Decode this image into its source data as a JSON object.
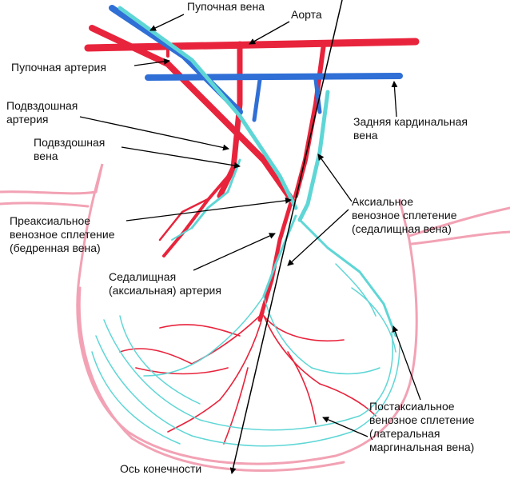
{
  "labels": {
    "umbilical_vein": "Пупочная вена",
    "aorta": "Аорта",
    "umbilical_artery": "Пупочная артерия",
    "iliac_artery_1": "Подвздошная",
    "iliac_artery_2": "артерия",
    "iliac_vein_1": "Подвздошная",
    "iliac_vein_2": "вена",
    "posterior_cardinal_1": "Задняя кардинальная",
    "posterior_cardinal_2": "вена",
    "axial_plexus_1": "Аксиальное",
    "axial_plexus_2": "венозное сплетение",
    "axial_plexus_3": "(седалищная вена)",
    "preaxial_plexus_1": "Преаксиальное",
    "preaxial_plexus_2": "венозное сплетение",
    "preaxial_plexus_3": "(бедренная вена)",
    "sciatic_artery_1": "Седалищная",
    "sciatic_artery_2": "(аксиальная) артерия",
    "postaxial_plexus_1": "Постаксиальное",
    "postaxial_plexus_2": "венозное сплетение",
    "postaxial_plexus_3": "(латеральная",
    "postaxial_plexus_4": "маргинальная вена)",
    "limb_axis": "Ось конечности"
  },
  "colors": {
    "artery": "#e8243c",
    "vein": "#2f6fd6",
    "capillary_vein": "#5fd6d6",
    "outline": "#f0a0b0",
    "leader": "#000000"
  }
}
